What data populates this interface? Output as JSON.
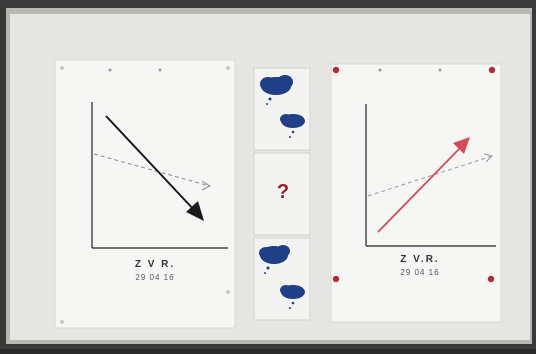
{
  "scene": {
    "description_kind": "photo-of-whiteboard-with-three-posters",
    "board_color": "#e6e7e3",
    "frame_color": "#b7b9b5",
    "paper_color": "#f6f6f4"
  },
  "left_poster": {
    "caption_title": "Z V R.",
    "caption_date": "29 04 16",
    "arrow_direction": "down",
    "arrow_color": "#1a1a1a",
    "dashed_line_color": "#8a8a8a"
  },
  "right_poster": {
    "caption_title": "Z V.R.",
    "caption_date": "29 04 16",
    "arrow_direction": "up",
    "arrow_color": "#d54b58",
    "dashed_line_color": "#9a9a9a"
  },
  "middle_cards": {
    "cloud_color": "#1f3f86",
    "question_mark": "?",
    "question_mark_color": "#9a1d2a"
  },
  "magnet_color": "#b52a35"
}
